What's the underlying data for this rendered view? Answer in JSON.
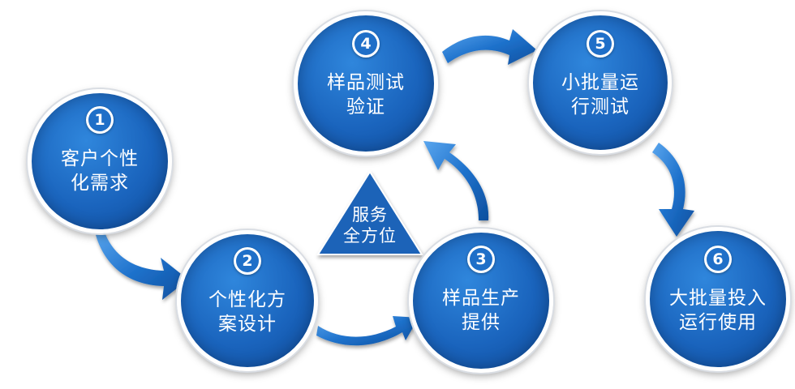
{
  "colors": {
    "circle_fill": "#1a64bd",
    "arrow_fill": "#1f72cc",
    "number_badge": "#1f6fc8",
    "text": "#ffffff"
  },
  "steps": [
    {
      "number": "1",
      "label": "客户个性\n化需求"
    },
    {
      "number": "2",
      "label": "个性化方\n案设计"
    },
    {
      "number": "3",
      "label": "样品生产\n提供"
    },
    {
      "number": "4",
      "label": "样品测试\n验证"
    },
    {
      "number": "5",
      "label": "小批量运\n行测试"
    },
    {
      "number": "6",
      "label": "大批量投入\n运行使用"
    }
  ],
  "center": {
    "label": "服务\n全方位"
  },
  "arrows": [
    "arrow-1-to-2",
    "arrow-2-to-3",
    "arrow-3-to-4",
    "arrow-4-to-5",
    "arrow-5-to-6"
  ]
}
